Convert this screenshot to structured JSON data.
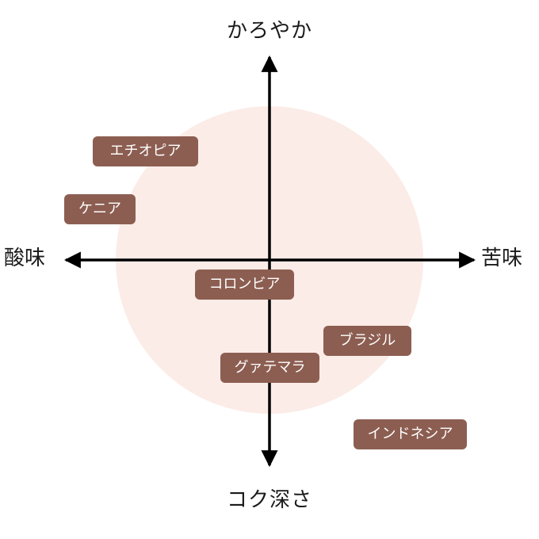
{
  "colors": {
    "tag_background": "#8c5e51",
    "tag_text": "#ffffff",
    "circle_fill": "#fbece7",
    "axis": "#000000"
  },
  "axes": {
    "top": "かろやか",
    "bottom": "コク深さ",
    "left": "酸味",
    "right": "苦味"
  },
  "origins": [
    {
      "id": "ethiopia",
      "label": "エチオピア"
    },
    {
      "id": "kenya",
      "label": "ケニア"
    },
    {
      "id": "colombia",
      "label": "コロンビア"
    },
    {
      "id": "brazil",
      "label": "ブラジル"
    },
    {
      "id": "guatemala",
      "label": "グァテマラ"
    },
    {
      "id": "indonesia",
      "label": "インドネシア"
    }
  ]
}
